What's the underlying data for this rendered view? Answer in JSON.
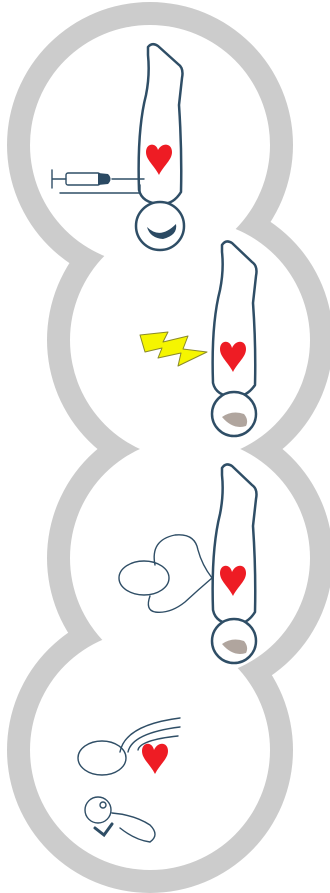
{
  "colors": {
    "ring": "#cccccc",
    "outline": "#2f4e66",
    "heart": "#ee1c24",
    "syringe_fill": "#2b4a63",
    "stomach_gray": "#b0a59e",
    "bolt_fill": "#f5f500",
    "bolt_stroke": "#8a8a2a",
    "background": "#ffffff"
  },
  "panels": [
    {
      "id": "panel-1",
      "icons": [
        "patient-body-icon",
        "heart-icon",
        "syringe-icon"
      ]
    },
    {
      "id": "panel-2",
      "icons": [
        "patient-body-icon",
        "heart-icon",
        "lightning-bolt-icon"
      ]
    },
    {
      "id": "panel-3",
      "icons": [
        "patient-body-icon",
        "heart-icon",
        "rescuer-head-icon"
      ]
    },
    {
      "id": "panel-4",
      "icons": [
        "heart-icon",
        "rescuer-head-icon",
        "infant-icon",
        "radiating-arcs-icon"
      ]
    }
  ]
}
